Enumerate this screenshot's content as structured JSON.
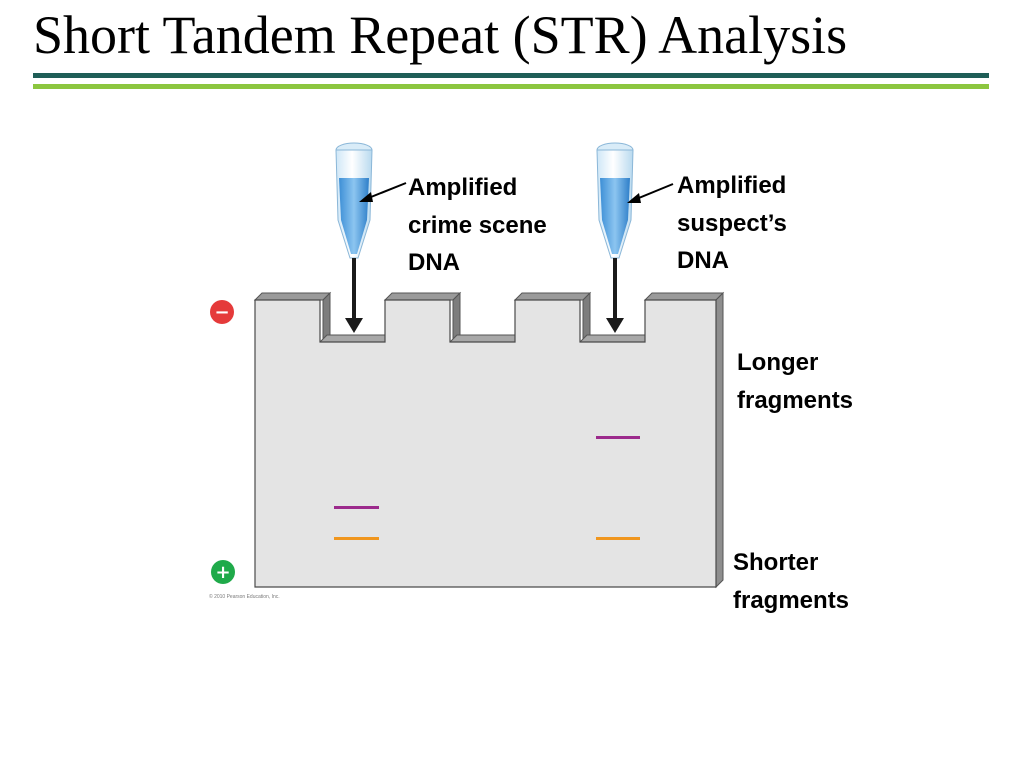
{
  "title": "Short Tandem Repeat (STR) Analysis",
  "labels": {
    "crime_scene": [
      "Amplified",
      "crime scene",
      "DNA"
    ],
    "suspect": [
      "Amplified",
      "suspect’s",
      "DNA"
    ],
    "longer": [
      "Longer",
      "fragments"
    ],
    "shorter": [
      "Shorter",
      "fragments"
    ]
  },
  "electrodes": {
    "negative": "−",
    "positive": "+"
  },
  "credit": "© 2010 Pearson Education, Inc.",
  "colors": {
    "title_rule_dark": "#1f5e57",
    "title_rule_light": "#8cc63f",
    "band_purple": "#9c2a8c",
    "band_orange": "#f0961e",
    "gel": "#e4e4e4",
    "negative_electrode": "#e53a3a",
    "positive_electrode": "#1faa4a"
  },
  "icons": [
    "pipette-tip-icon",
    "negative-electrode-icon",
    "positive-electrode-icon"
  ]
}
